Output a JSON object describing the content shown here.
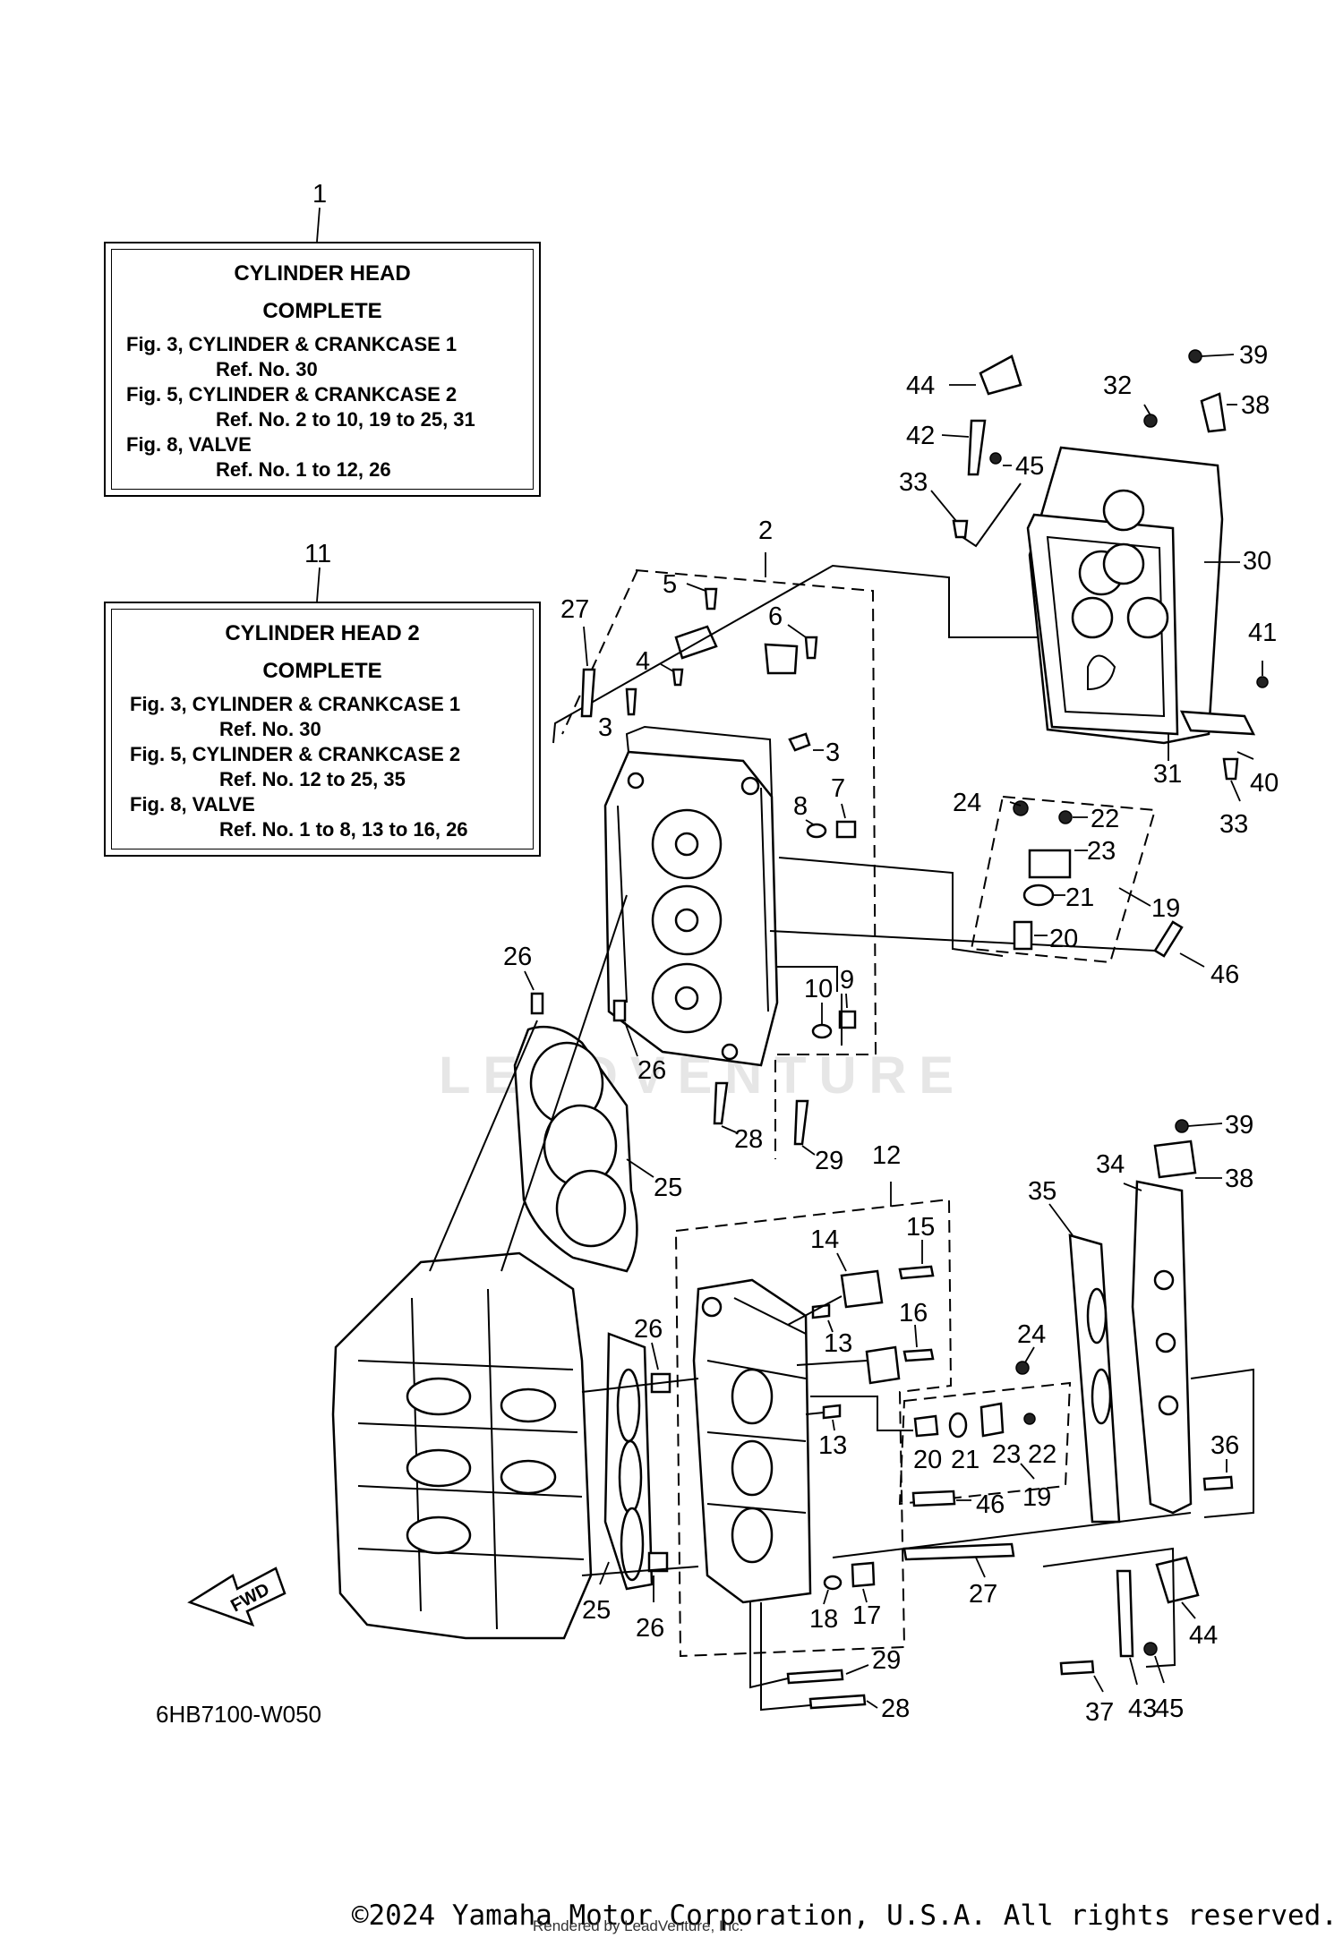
{
  "infobox_1": {
    "callout": "1",
    "title_line1": "CYLINDER  HEAD",
    "title_line2": "COMPLETE",
    "lines": [
      "Fig. 3, CYLINDER & CRANKCASE 1",
      "Ref. No. 30",
      "Fig. 5, CYLINDER & CRANKCASE 2",
      "Ref. No. 2 to 10, 19 to 25, 31",
      "Fig. 8, VALVE",
      "Ref. No. 1 to 12, 26"
    ]
  },
  "infobox_11": {
    "callout": "11",
    "title_line1": "CYLINDER  HEAD 2",
    "title_line2": "COMPLETE",
    "lines": [
      "Fig. 3, CYLINDER & CRANKCASE 1",
      "Ref. No. 30",
      "Fig. 5, CYLINDER & CRANKCASE 2",
      "Ref. No. 12 to 25, 35",
      "Fig. 8, VALVE",
      "Ref. No. 1 to 8, 13 to 16, 26"
    ]
  },
  "callouts": [
    {
      "id": "c2",
      "label": "2"
    },
    {
      "id": "c5",
      "label": "5"
    },
    {
      "id": "c6",
      "label": "6"
    },
    {
      "id": "c4",
      "label": "4"
    },
    {
      "id": "c27a",
      "label": "27"
    },
    {
      "id": "c3a",
      "label": "3"
    },
    {
      "id": "c3b",
      "label": "3"
    },
    {
      "id": "c7",
      "label": "7"
    },
    {
      "id": "c8",
      "label": "8"
    },
    {
      "id": "c9",
      "label": "9"
    },
    {
      "id": "c10",
      "label": "10"
    },
    {
      "id": "c26a",
      "label": "26"
    },
    {
      "id": "c26b",
      "label": "26"
    },
    {
      "id": "c28a",
      "label": "28"
    },
    {
      "id": "c29a",
      "label": "29"
    },
    {
      "id": "c25a",
      "label": "25"
    },
    {
      "id": "c44a",
      "label": "44"
    },
    {
      "id": "c42",
      "label": "42"
    },
    {
      "id": "c33a",
      "label": "33"
    },
    {
      "id": "c45a",
      "label": "45"
    },
    {
      "id": "c32",
      "label": "32"
    },
    {
      "id": "c39a",
      "label": "39"
    },
    {
      "id": "c38a",
      "label": "38"
    },
    {
      "id": "c30",
      "label": "30"
    },
    {
      "id": "c41",
      "label": "41"
    },
    {
      "id": "c31",
      "label": "31"
    },
    {
      "id": "c40",
      "label": "40"
    },
    {
      "id": "c33b",
      "label": "33"
    },
    {
      "id": "c24a",
      "label": "24"
    },
    {
      "id": "c22a",
      "label": "22"
    },
    {
      "id": "c23a",
      "label": "23"
    },
    {
      "id": "c21a",
      "label": "21"
    },
    {
      "id": "c19a",
      "label": "19"
    },
    {
      "id": "c20a",
      "label": "20"
    },
    {
      "id": "c46a",
      "label": "46"
    },
    {
      "id": "c12",
      "label": "12"
    },
    {
      "id": "c39b",
      "label": "39"
    },
    {
      "id": "c34",
      "label": "34"
    },
    {
      "id": "c35",
      "label": "35"
    },
    {
      "id": "c38b",
      "label": "38"
    },
    {
      "id": "c14",
      "label": "14"
    },
    {
      "id": "c15",
      "label": "15"
    },
    {
      "id": "c16",
      "label": "16"
    },
    {
      "id": "c13a",
      "label": "13"
    },
    {
      "id": "c26c",
      "label": "26"
    },
    {
      "id": "c24b",
      "label": "24"
    },
    {
      "id": "c13b",
      "label": "13"
    },
    {
      "id": "c20b",
      "label": "20"
    },
    {
      "id": "c21b",
      "label": "21"
    },
    {
      "id": "c23b",
      "label": "23"
    },
    {
      "id": "c22b",
      "label": "22"
    },
    {
      "id": "c36",
      "label": "36"
    },
    {
      "id": "c19b",
      "label": "19"
    },
    {
      "id": "c46b",
      "label": "46"
    },
    {
      "id": "c27b",
      "label": "27"
    },
    {
      "id": "c18",
      "label": "18"
    },
    {
      "id": "c17",
      "label": "17"
    },
    {
      "id": "c26d",
      "label": "26"
    },
    {
      "id": "c25b",
      "label": "25"
    },
    {
      "id": "c44b",
      "label": "44"
    },
    {
      "id": "c29b",
      "label": "29"
    },
    {
      "id": "c28b",
      "label": "28"
    },
    {
      "id": "c37",
      "label": "37"
    },
    {
      "id": "c43",
      "label": "43"
    },
    {
      "id": "c45b",
      "label": "45"
    }
  ],
  "fwd_label": "FWD",
  "drawing_code": "6HB7100-W050",
  "watermark": "LEADVENTURE",
  "copyright": "©2024 Yamaha Motor Corporation, U.S.A. All rights reserved.",
  "rendered_by": "Rendered by LeadVenture, Inc."
}
